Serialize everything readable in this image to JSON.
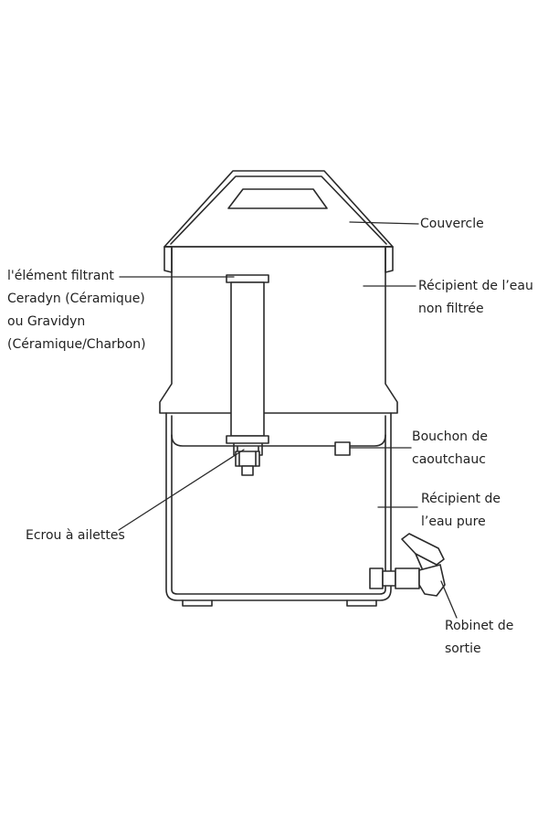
{
  "diagram": {
    "stroke_color": "#2a2a2a",
    "background": "#ffffff",
    "labels": {
      "lid": [
        "Couvercle"
      ],
      "filter": [
        "l'élément filtrant",
        "Ceradyn (Céramique)",
        "ou Gravidyn",
        "(Céramique/Charbon)"
      ],
      "upper_container": [
        "Récipient de l’eau",
        "non filtrée"
      ],
      "plug": [
        "Bouchon de",
        "caoutchauc"
      ],
      "lower_container": [
        "Récipient de",
        "l’eau pure"
      ],
      "wing_nut": [
        "Ecrou à ailettes"
      ],
      "tap": [
        "Robinet de",
        "sortie"
      ]
    }
  }
}
